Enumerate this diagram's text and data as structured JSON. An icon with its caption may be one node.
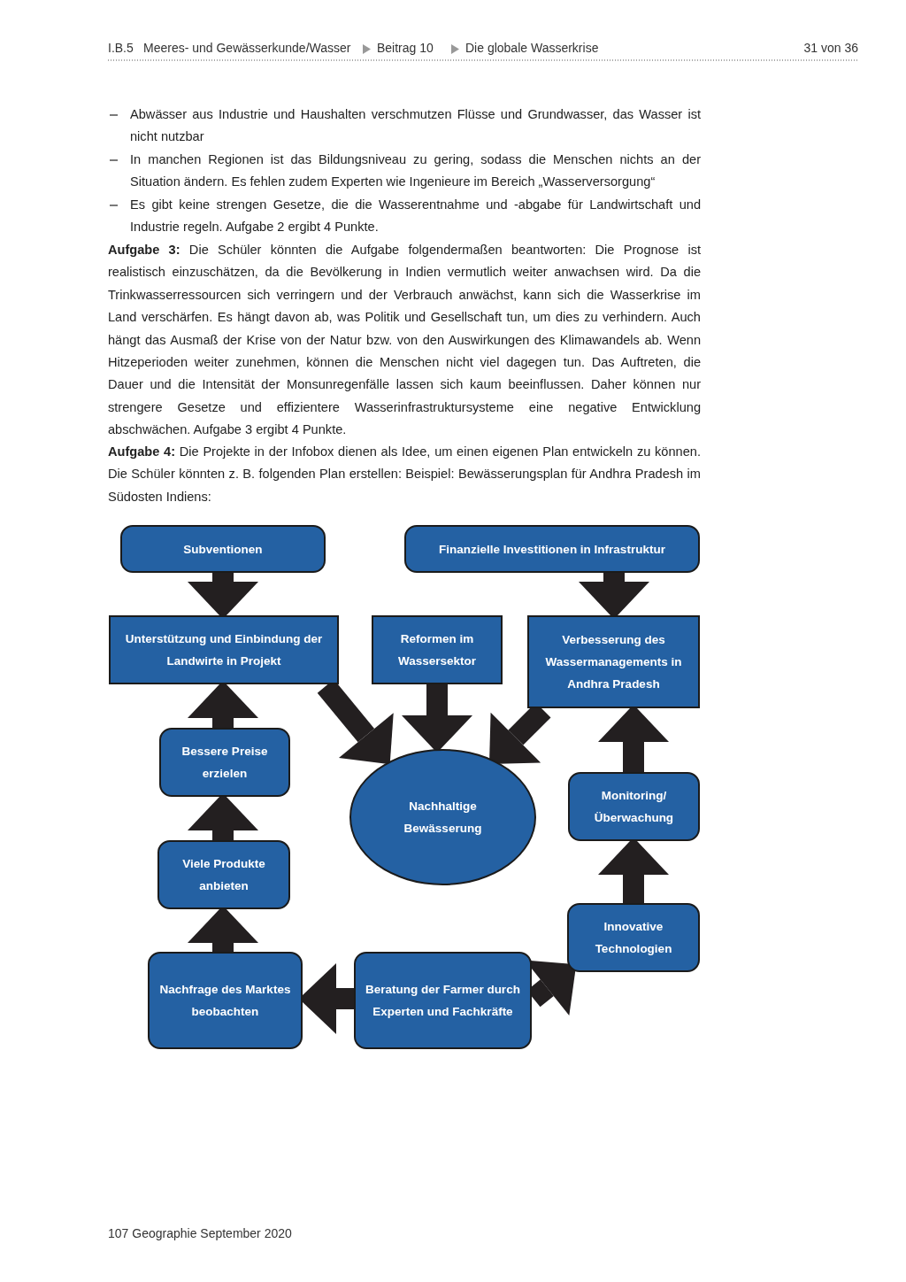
{
  "diagram": {
    "nodes": [
      {
        "text": [
          "Subventionen"
        ]
      },
      {
        "text": [
          "Finanzielle Investitionen in Infrastruktur"
        ]
      },
      {
        "text": [
          "Unterstützung und Einbindung der Landwirte in Projekt"
        ]
      },
      {
        "text": [
          "Reformen im Wassersektor"
        ]
      },
      {
        "text": [
          "Verbesserung des Wassermanagements in Andhra Pradesh"
        ]
      },
      {
        "text": [
          "Bessere Preise erzielen"
        ]
      },
      {
        "text": [
          "Nachhaltige Bewässerung"
        ]
      },
      {
        "text": [
          "Monitoring/ Überwachung"
        ]
      },
      {
        "text": [
          "Viele Produkte anbieten"
        ]
      },
      {
        "text": [
          "Innovative Technologien"
        ]
      },
      {
        "text": [
          "Nachfrage des Marktes beobachten"
        ]
      },
      {
        "text": [
          "Beratung der Farmer durch Experten und Fachkräfte"
        ]
      }
    ],
    "edges": [
      {
        "from": 0,
        "to": 2,
        "arrow": "to"
      },
      {
        "from": 1,
        "to": 4,
        "arrow": "to"
      },
      {
        "from": 2,
        "to": 6,
        "arrow": "to"
      },
      {
        "from": 3,
        "to": 6,
        "arrow": "to"
      },
      {
        "from": 4,
        "to": 6,
        "arrow": "to"
      },
      {
        "from": 5,
        "to": 2,
        "arrow": "to"
      },
      {
        "from": 8,
        "to": 5,
        "arrow": "to"
      },
      {
        "from": 10,
        "to": 8,
        "arrow": "to"
      },
      {
        "from": 11,
        "to": 10,
        "arrow": "to"
      },
      {
        "from": 11,
        "to": 9,
        "arrow": "to"
      },
      {
        "from": 9,
        "to": 7,
        "arrow": "to"
      },
      {
        "from": 7,
        "to": 4,
        "arrow": "to"
      }
    ],
    "labels": [
      "I.B.5",
      "Meeres- und Gewässerkunde/Wasser",
      "Beitrag 10",
      "Die globale Wasserkrise",
      "31 von 36",
      "Abwässer aus Industrie und Haushalten verschmutzen Flüsse und Grundwasser, das Wasser ist nicht nutzbar",
      "In manchen Regionen ist das Bildungsniveau zu gering, sodass die Menschen nichts an der Situation ändern. Es fehlen zudem Experten wie Ingenieure im Bereich „Wasserversorgung“",
      "Es gibt keine strengen Gesetze, die die Wasserentnahme und -abgabe für Landwirtschaft und Industrie regeln. Aufgabe 2 ergibt 4 Punkte.",
      "**Aufgabe 3:** Die Schüler könnten die Aufgabe folgendermaßen beantworten: Die Prognose ist realistisch einzuschätzen, da die Bevölkerung in Indien vermutlich weiter anwachsen wird. Da die Trinkwasserressourcen sich verringern und der Verbrauch anwächst, kann sich die Wasserkrise im Land verschärfen. Es hängt davon ab, was Politik und Gesellschaft tun, um dies zu verhindern. Auch hängt das Ausmaß der Krise von der Natur bzw. von den Auswirkungen des Klimawandels ab. Wenn Hitzeperioden weiter zunehmen, können die Menschen nicht viel dagegen tun. Das Auftreten, die Dauer und die Intensität der Monsunregenfälle lassen sich kaum beeinflussen. Daher können nur strengere Gesetze und effizientere Wasserinfrastruktursysteme eine negative Entwicklung abschwächen. Aufgabe 3 ergibt 4 Punkte.",
      "**Aufgabe 4:** Die Projekte in der Infobox dienen als Idee, um einen eigenen Plan entwickeln zu können. Die Schüler könnten z. B. folgenden Plan erstellen: Beispiel: Bewässerungsplan für Andhra Pradesh im Südosten Indiens:",
      "107 Geographie September 2020"
    ]
  }
}
